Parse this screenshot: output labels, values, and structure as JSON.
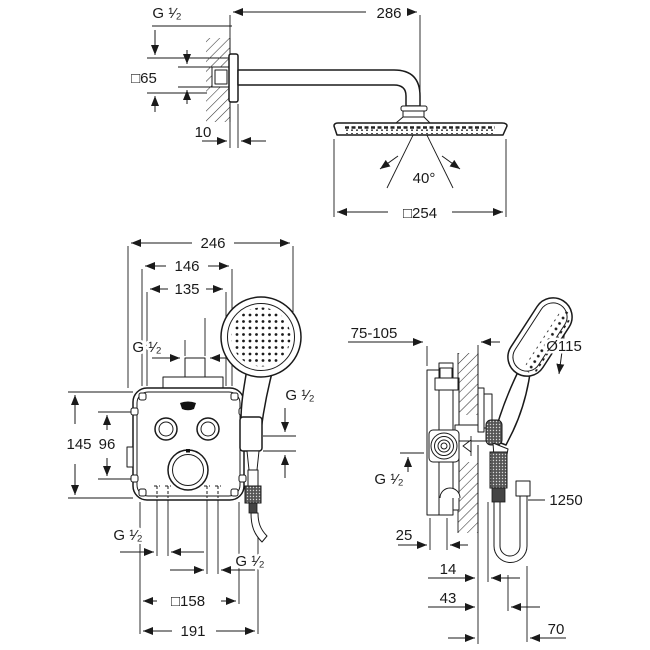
{
  "drawing": {
    "type": "shower-system-installation-diagram",
    "line_color": "#1a1a1a",
    "background": "#ffffff"
  },
  "labels": {
    "top": {
      "arm_thread": "G ¹⁄₂",
      "arm_length": "286",
      "flange_size": "□65",
      "flange_depth": "10",
      "spray_angle": "40°",
      "head_width": "□254"
    },
    "front": {
      "overall_width": "246",
      "width_146": "146",
      "width_135": "135",
      "supply_thread": "G ¹⁄₂",
      "height_145": "145",
      "height_96": "96",
      "hose_thread": "G ¹⁄₂",
      "outlet_left_thread": "G ¹⁄₂",
      "outlet_right_thread": "G ¹⁄₂",
      "plate_width": "□158",
      "body_width": "191"
    },
    "side": {
      "install_depth": "75-105",
      "handshower_diameter": "Ø115",
      "outlet_thread": "G ¹⁄₂",
      "depth_25": "25",
      "hose_length": "1250",
      "offset_14": "14",
      "offset_43": "43",
      "offset_70": "70"
    }
  }
}
